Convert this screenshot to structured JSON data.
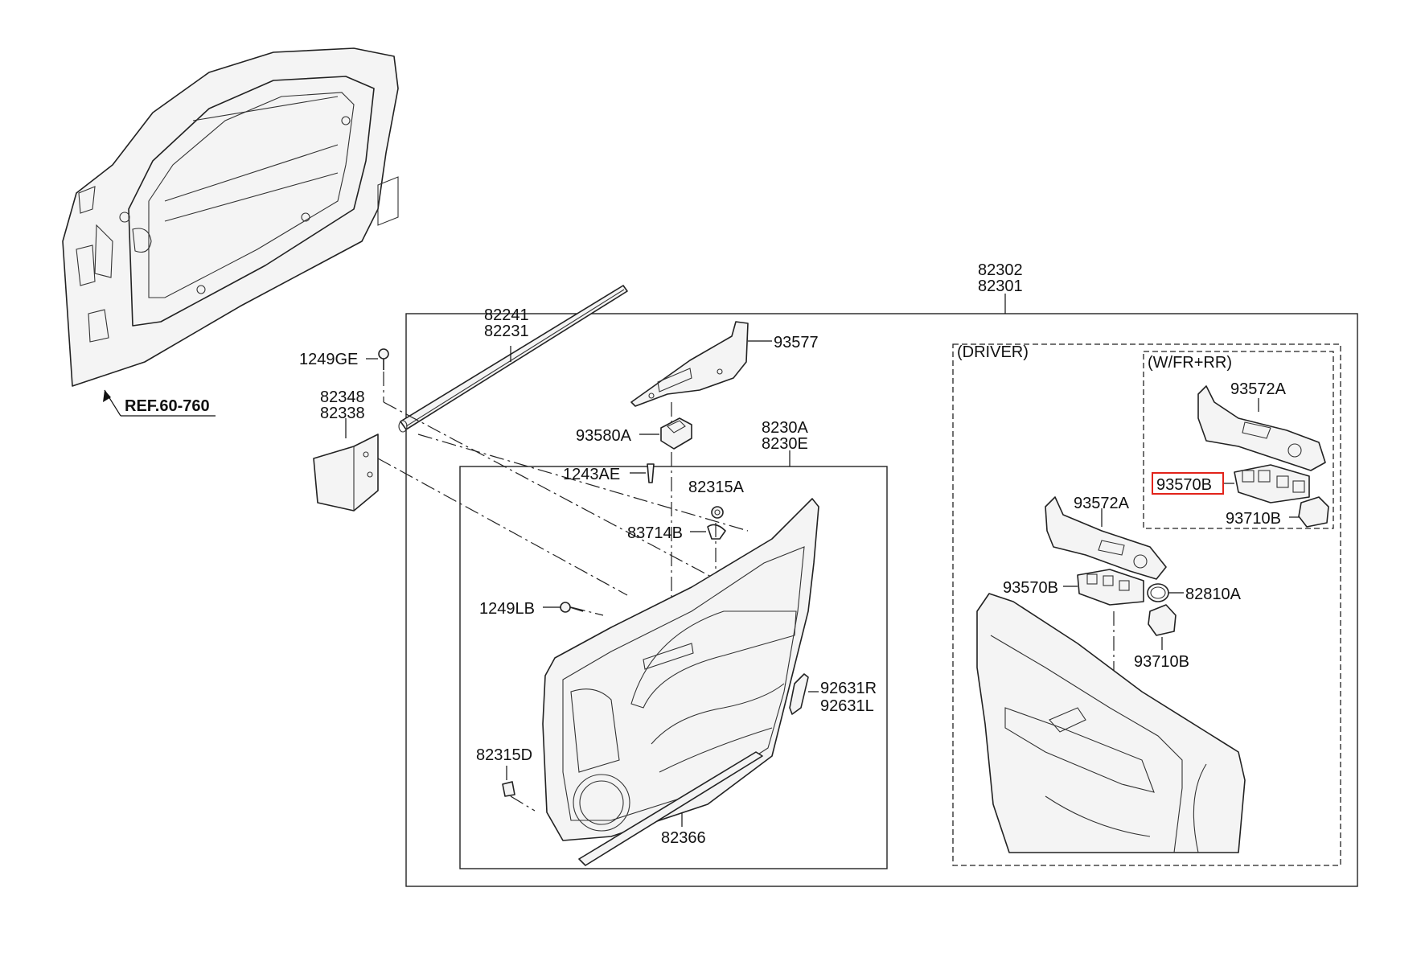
{
  "labels": {
    "ref": "REF.60-760",
    "p1249GE": "1249GE",
    "p82241": "82241",
    "p82231": "82231",
    "p82348": "82348",
    "p82338": "82338",
    "p82302": "82302",
    "p82301": "82301",
    "p93577": "93577",
    "p93580A": "93580A",
    "p1243AE": "1243AE",
    "p8230A": "8230A",
    "p8230E": "8230E",
    "p82315A": "82315A",
    "p83714B": "83714B",
    "p1249LB": "1249LB",
    "p92631R": "92631R",
    "p92631L": "92631L",
    "p82315D": "82315D",
    "p82366": "82366",
    "driver": "(DRIVER)",
    "wfrrr": "(W/FR+RR)",
    "p93572A_top": "93572A",
    "p93570B_top": "93570B",
    "p93710B_top": "93710B",
    "p93572A": "93572A",
    "p93570B": "93570B",
    "p82810A": "82810A",
    "p93710B": "93710B"
  },
  "highlight": {
    "part": "93570B",
    "color": "#e2231a"
  }
}
